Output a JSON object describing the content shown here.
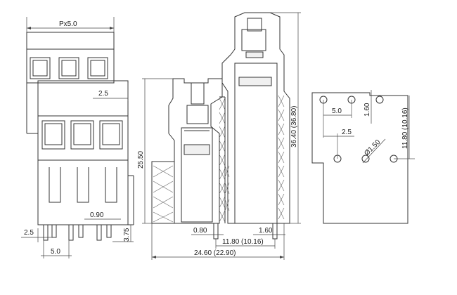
{
  "front_view": {
    "pitch": "Px5.0",
    "dim_2_5": "2.5",
    "dim_0_90": "0.90",
    "dim_2_5_low": "2.5",
    "dim_3_75": "3.75",
    "dim_5_0": "5.0"
  },
  "side_view": {
    "dim_25_50": "25.50",
    "dim_36_40": "36.40 (36.80)",
    "dim_0_80": "0.80",
    "dim_1_60": "1.60",
    "dim_11_80": "11.80 (10.16)",
    "dim_24_60": "24.60 (22.90)"
  },
  "pcb_view": {
    "dim_5_0": "5.0",
    "dim_1_60": "1.60",
    "dim_2_5": "2.5",
    "dim_dia": "Ø1.50",
    "dim_11_80": "11.80 (10.16)"
  }
}
